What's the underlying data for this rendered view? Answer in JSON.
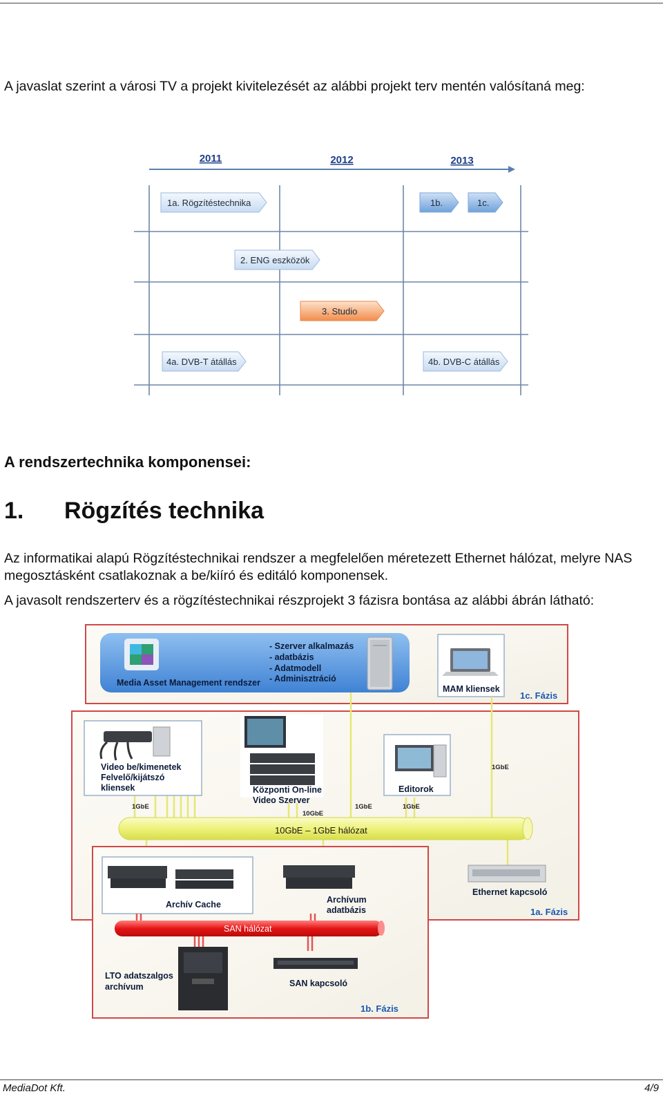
{
  "intro": "A javaslat szerint a városi TV a projekt kivitelezését az alábbi projekt terv mentén valósítaná meg:",
  "timeline": {
    "years": [
      "2011",
      "2012",
      "2013"
    ],
    "tasks": [
      "1a. Rögzítéstechnika",
      "1b.",
      "1c.",
      "2. ENG eszközök",
      "3. Studio",
      "4a. DVB-T átállás",
      "4b. DVB-C átállás"
    ]
  },
  "section_title": "A rendszertechnika komponensei:",
  "heading": {
    "number": "1.",
    "text": "Rögzítés technika"
  },
  "para1": "Az informatikai alapú Rögzítéstechnikai rendszer a megfelelően méretezett Ethernet hálózat, melyre NAS megosztásként csatlakoznak a be/kiíró és editáló komponensek.",
  "para2": "A javasolt rendszerterv és a rögzítéstechnikai részprojekt 3 fázisra bontása az alábbi ábrán látható:",
  "diagram": {
    "mam_title": "Media Asset Management rendszer",
    "mam_list": [
      "-  Szerver alkalmazás",
      "-  adatbázis",
      "-  Adatmodell",
      "-  Adminisztráció"
    ],
    "mam_client": "MAM kliensek",
    "phase_1c": "1c. Fázis",
    "video_io": [
      "Video be/kimenetek",
      "Felvelő/kijátszó",
      "kliensek"
    ],
    "central_server": [
      "Központi On-line",
      "Video Szerver"
    ],
    "editor": "Editorok",
    "speed_1": "1GbE",
    "speed_10": "10GbE",
    "network": "10GbE – 1GbE hálózat",
    "archive_cache": "Archív Cache",
    "archive_db": [
      "Archívum",
      "adatbázis"
    ],
    "ethernet_switch": "Ethernet kapcsoló",
    "phase_1a": "1a. Fázis",
    "san_network": "SAN hálózat",
    "lto": [
      "LTO adatszalgos",
      "archívum"
    ],
    "san_switch": "SAN kapcsoló",
    "phase_1b": "1b. Fázis"
  },
  "footer": {
    "left": "MediaDot Kft.",
    "right": "4/9"
  }
}
